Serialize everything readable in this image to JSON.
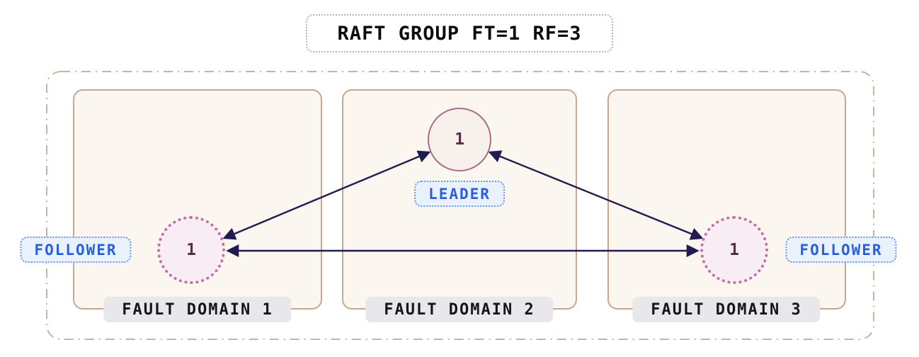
{
  "title": "RAFT GROUP FT=1 RF=3",
  "fault_domains": [
    {
      "label": "FAULT DOMAIN 1"
    },
    {
      "label": "FAULT DOMAIN 2"
    },
    {
      "label": "FAULT DOMAIN 3"
    }
  ],
  "nodes": {
    "leader": {
      "value": "1",
      "role": "LEADER",
      "domain": "FAULT DOMAIN 2"
    },
    "followers": [
      {
        "value": "1",
        "role": "FOLLOWER",
        "domain": "FAULT DOMAIN 1"
      },
      {
        "value": "1",
        "role": "FOLLOWER",
        "domain": "FAULT DOMAIN 3"
      }
    ]
  },
  "edges": [
    {
      "from": "leader",
      "to": "follower-1",
      "bidirectional": true
    },
    {
      "from": "leader",
      "to": "follower-2",
      "bidirectional": true
    },
    {
      "from": "follower-1",
      "to": "follower-2",
      "bidirectional": true
    }
  ],
  "colors": {
    "accent_blue": "#2b5fd9",
    "pill_blue_bg": "#e9f1fc",
    "pill_blue_border": "#6b96ea",
    "outer_border": "#ccb49c",
    "domain_border": "#c6a890",
    "domain_bg": "#fbf6f0",
    "leader_border": "#a76f8e",
    "leader_bg": "#f8f1eb",
    "follower_border": "#c06f9d",
    "follower_bg": "#f8edf4",
    "node_text": "#583048",
    "gray_pill_bg": "#e8e8eb",
    "domain_label_text": "#15151f",
    "arrow": "#201c4e",
    "title_border": "#a9b7cf",
    "title_text": "#0b0b12"
  }
}
